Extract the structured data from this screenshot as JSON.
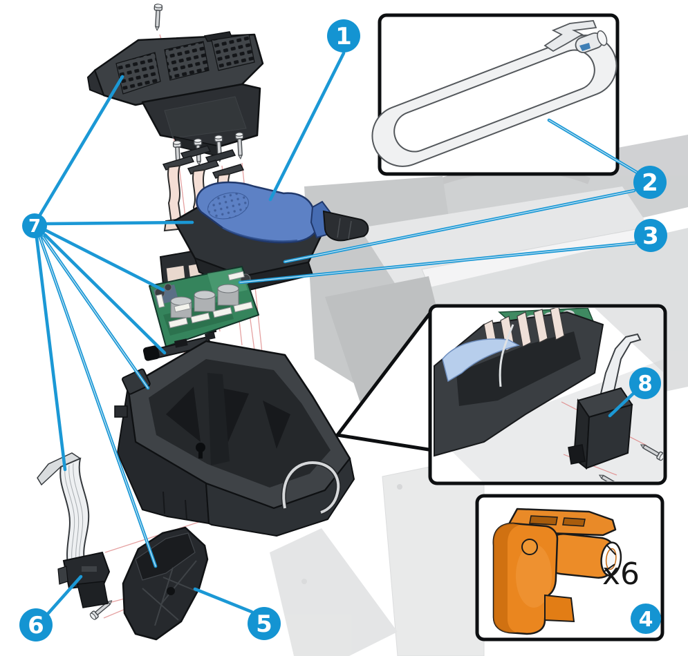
{
  "figure": {
    "type": "exploded-parts-diagram",
    "callouts": [
      {
        "label": "1"
      },
      {
        "label": "2"
      },
      {
        "label": "3"
      },
      {
        "label": "4"
      },
      {
        "label": "5"
      },
      {
        "label": "6"
      },
      {
        "label": "7"
      },
      {
        "label": "8"
      }
    ],
    "quantity_label": "x6"
  },
  "colors": {
    "callout_blue": "#1494d2",
    "leader_blue": "#1b98d5",
    "leader_core": "#d8edf8",
    "guide_red": "#e09191",
    "part_orange": "#ea861f",
    "pcb_green": "#35845c",
    "lever_blue": "#5d81c5",
    "background": "#ffffff"
  }
}
